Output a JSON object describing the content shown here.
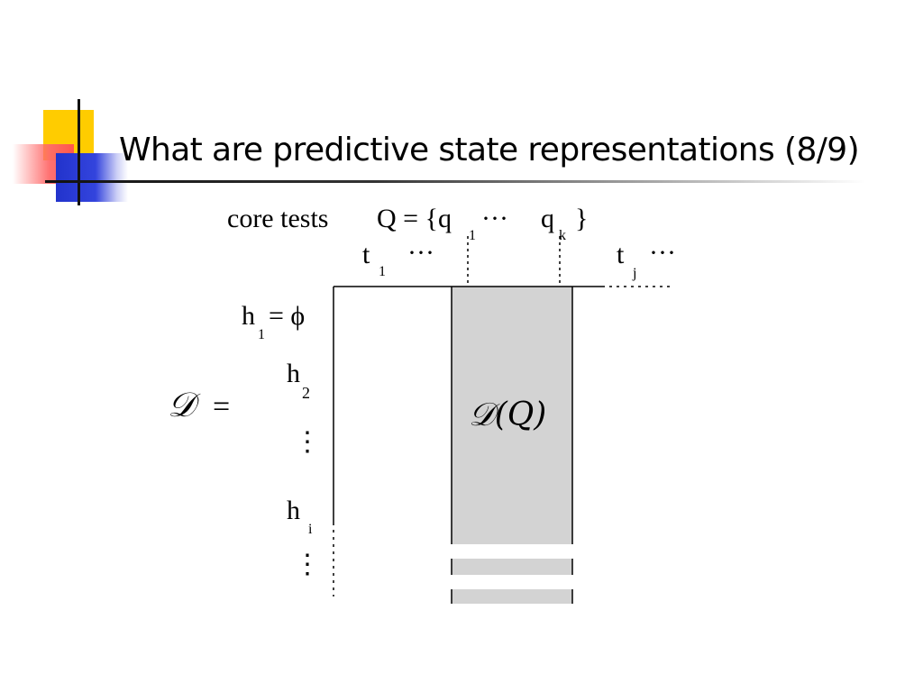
{
  "slide": {
    "title": "What are predictive state representations (8/9)"
  },
  "diagram": {
    "core_tests_label": "core tests",
    "q_expr": "Q = {q",
    "q_sub1": "1",
    "q_dots": "···",
    "q_k": "q",
    "q_subk": "k",
    "q_close": "}",
    "t_label": "t",
    "t_sub1": "1",
    "t_dots": "···",
    "tj_label": "t",
    "tj_sub": "j",
    "tj_dots": "···",
    "h1_label": "h",
    "h1_sub": "1",
    "h1_eq": "= ϕ",
    "h2_label": "h",
    "h2_sub": "2",
    "hi_label": "h",
    "hi_sub": "i",
    "vdots": "⋮",
    "d_symbol": "𝒟",
    "d_equals": "=",
    "dq_label": "𝒟(Q)",
    "colors": {
      "shade": "#d3d3d3",
      "line": "#000000"
    }
  }
}
